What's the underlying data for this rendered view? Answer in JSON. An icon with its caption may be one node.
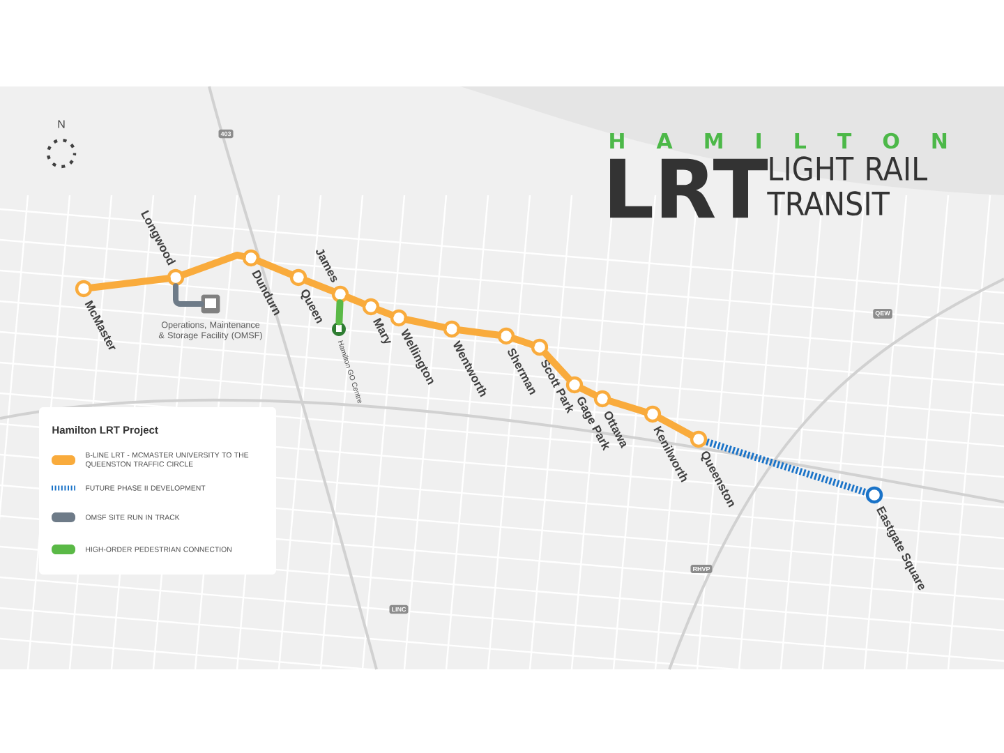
{
  "diagram": {
    "title": "H A M I L T O N",
    "nodes": [
      {
        "text": [],
        "shape": "circle",
        "beside": [
          "McMaster"
        ]
      },
      {
        "text": [],
        "shape": "circle",
        "beside": [
          "Longwood"
        ]
      },
      {
        "text": [],
        "shape": "circle",
        "beside": [
          "Dundurn"
        ]
      },
      {
        "text": [],
        "shape": "circle",
        "beside": [
          "Queen"
        ]
      },
      {
        "text": [],
        "shape": "circle",
        "beside": [
          "James"
        ]
      },
      {
        "text": [],
        "shape": "circle",
        "beside": [
          "Mary"
        ]
      },
      {
        "text": [],
        "shape": "circle",
        "beside": [
          "Wellington"
        ]
      },
      {
        "text": [],
        "shape": "circle",
        "beside": [
          "Wentworth"
        ]
      },
      {
        "text": [],
        "shape": "circle",
        "beside": [
          "Sherman"
        ]
      },
      {
        "text": [],
        "shape": "circle",
        "beside": [
          "Scott Park"
        ]
      },
      {
        "text": [],
        "shape": "circle",
        "beside": [
          "Gage Park"
        ]
      },
      {
        "text": [],
        "shape": "circle",
        "beside": [
          "Ottawa"
        ]
      },
      {
        "text": [],
        "shape": "circle",
        "beside": [
          "Kenilworth"
        ]
      },
      {
        "text": [],
        "shape": "circle",
        "beside": [
          "Queenston"
        ]
      },
      {
        "text": [],
        "shape": "circle",
        "beside": [
          "Eastgate Square"
        ]
      },
      {
        "text": [
          "Operations, Maintenance & Storage Facility (OMSF)"
        ]
      },
      {
        "text": [
          "Hamilton GO Centre"
        ]
      }
    ],
    "edges": [
      {
        "from": 0,
        "to": 1,
        "arrow": "none"
      },
      {
        "from": 1,
        "to": 2,
        "arrow": "none"
      },
      {
        "from": 2,
        "to": 3,
        "arrow": "none"
      },
      {
        "from": 3,
        "to": 4,
        "arrow": "none"
      },
      {
        "from": 4,
        "to": 5,
        "arrow": "none"
      },
      {
        "from": 5,
        "to": 6,
        "arrow": "none"
      },
      {
        "from": 6,
        "to": 7,
        "arrow": "none"
      },
      {
        "from": 7,
        "to": 8,
        "arrow": "none"
      },
      {
        "from": 8,
        "to": 9,
        "arrow": "none"
      },
      {
        "from": 9,
        "to": 10,
        "arrow": "none"
      },
      {
        "from": 10,
        "to": 11,
        "arrow": "none"
      },
      {
        "from": 11,
        "to": 12,
        "arrow": "none"
      },
      {
        "from": 12,
        "to": 13,
        "arrow": "none"
      },
      {
        "from": 13,
        "to": 14,
        "arrow": "none",
        "style": "dashed",
        "color": "#1a73c8"
      },
      {
        "from": 1,
        "to": 15,
        "arrow": "none",
        "color": "#6e7b88"
      },
      {
        "from": 4,
        "to": 16,
        "arrow": "none",
        "color": "#5ab946"
      }
    ],
    "labels": [
      "N",
      "403",
      "QEW",
      "RHVP",
      "LINC",
      "LRT",
      "LIGHT RAIL TRANSIT",
      "Hamilton LRT Project"
    ],
    "legend": [
      {
        "text": "B-LINE LRT - MCMASTER UNIVERSITY TO THE QUEENSTON TRAFFIC CIRCLE",
        "color": "#f9ab3c"
      },
      {
        "text": "FUTURE PHASE II DEVELOPMENT"
      },
      {
        "text": "OMSF SITE RUN IN TRACK",
        "color": "#6e7b88"
      },
      {
        "text": "HIGH-ORDER PEDESTRIAN CONNECTION",
        "color": "#5ab946"
      }
    ]
  }
}
